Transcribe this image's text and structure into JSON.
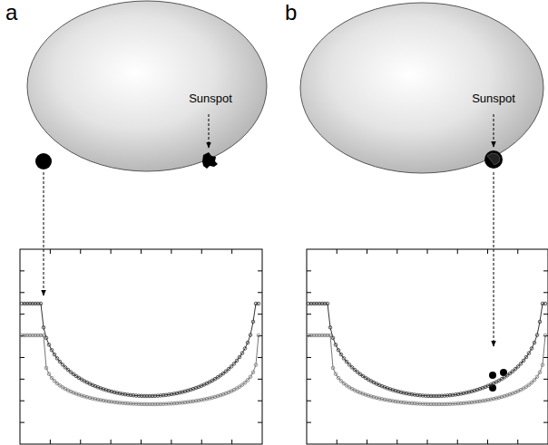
{
  "diagram": {
    "labels": [
      "a",
      "Sunspot",
      "b",
      "Sunspot"
    ]
  }
}
